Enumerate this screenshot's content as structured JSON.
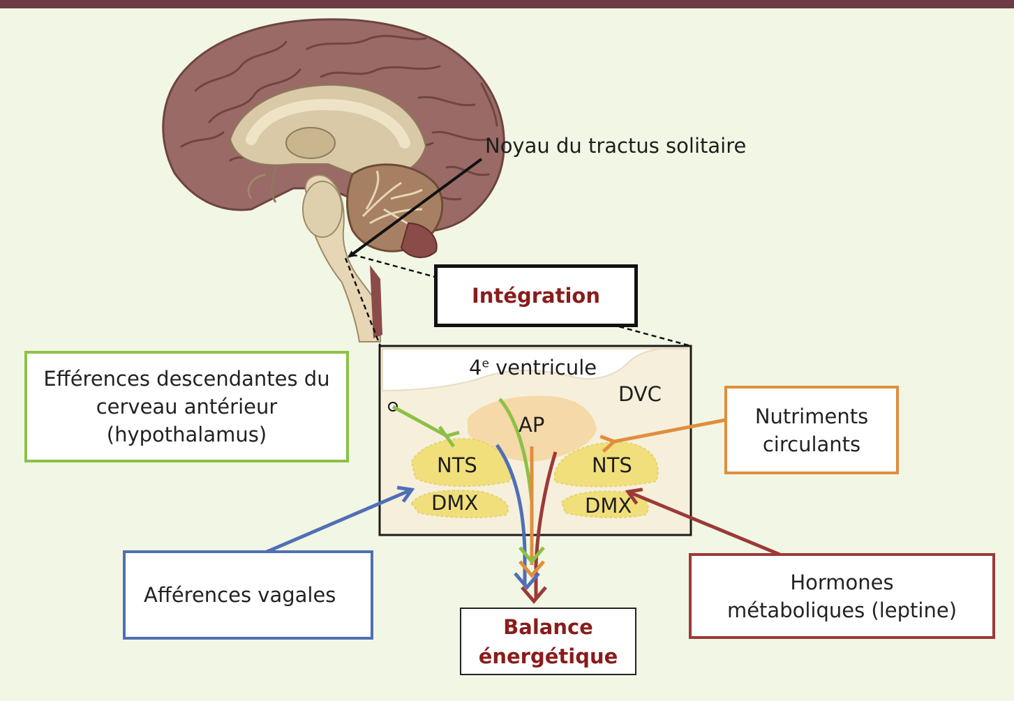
{
  "labels": {
    "nts_label": "Noyau du tractus solitaire",
    "integration": "Intégration",
    "ventricle_number": "4",
    "ventricle_sup": "e",
    "ventricle_text": " ventricule",
    "dvc": "DVC",
    "ap": "AP",
    "nts_left": "NTS",
    "nts_right": "NTS",
    "dmx_left": "DMX",
    "dmx_right": "DMX"
  },
  "boxes": {
    "efferences": [
      "Efférences descendantes du",
      "cerveau antérieur",
      "(hypothalamus)"
    ],
    "nutriments": [
      "Nutriments",
      "circulants"
    ],
    "afferences": [
      "Afférences vagales"
    ],
    "hormones": [
      "Hormones",
      "métaboliques (leptine)"
    ],
    "balance": [
      "Balance",
      "énergétique"
    ]
  },
  "colors": {
    "green": "#8dc046",
    "orange": "#e08e3c",
    "blue": "#4f6fb6",
    "red": "#9b3a37",
    "title_red": "#8a1c1c",
    "header": "#6d3a45"
  }
}
